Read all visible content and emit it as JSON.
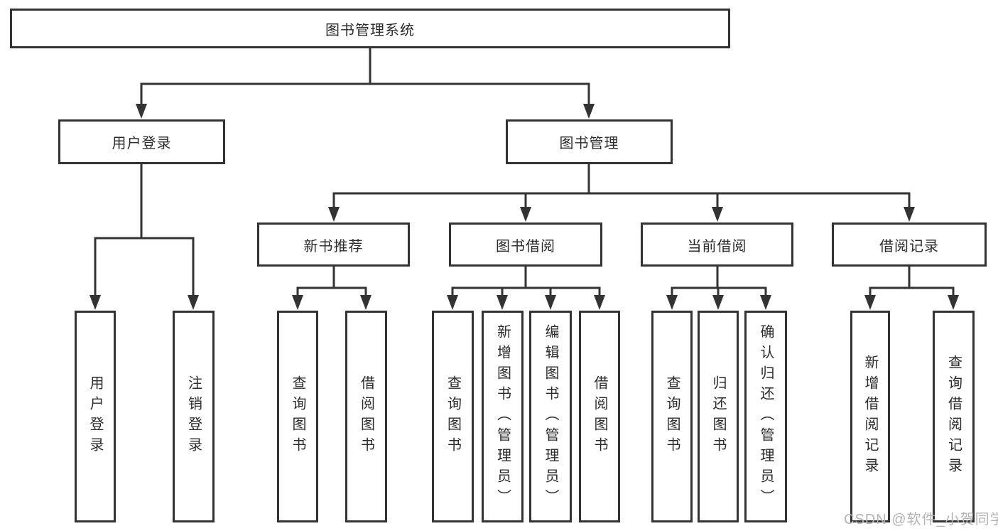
{
  "diagram": {
    "root": {
      "label": "图书管理系统"
    },
    "branches": [
      {
        "label": "用户登录",
        "leaves": [
          "用户登录",
          "注销登录"
        ]
      },
      {
        "label": "图书管理",
        "sections": [
          {
            "label": "新书推荐",
            "leaves": [
              "查询图书",
              "借阅图书"
            ]
          },
          {
            "label": "图书借阅",
            "leaves": [
              "查询图书",
              "新增图书（管理员）",
              "编辑图书（管理员）",
              "借阅图书"
            ]
          },
          {
            "label": "当前借阅",
            "leaves": [
              "查询图书",
              "归还图书",
              "确认归还（管理员）"
            ]
          },
          {
            "label": "借阅记录",
            "leaves": [
              "新增借阅记录",
              "查询借阅记录"
            ]
          }
        ]
      }
    ]
  },
  "watermark": {
    "text": "CSDN @软件_小贺同学"
  },
  "colors": {
    "stroke": "#333333",
    "text": "#2b2b2b",
    "background": "#ffffff",
    "watermark": "#b4b4b4"
  }
}
